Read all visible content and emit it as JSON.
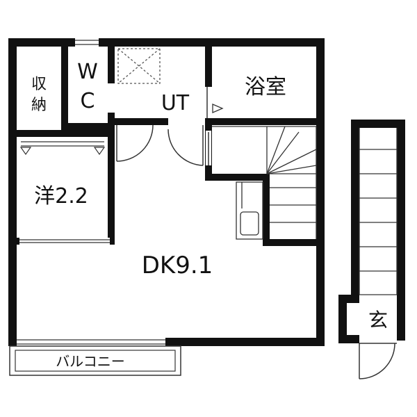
{
  "colors": {
    "wall": "#111111",
    "thin": "#333333",
    "background": "#ffffff",
    "dashed": "#555555"
  },
  "rooms": {
    "storage": {
      "line1": "収",
      "line2": "納"
    },
    "wc": {
      "line1": "W",
      "line2": "C"
    },
    "utility": {
      "label": "UT"
    },
    "bath": {
      "label": "浴室"
    },
    "western_room": {
      "label": "洋2.2"
    },
    "dining_kitchen": {
      "label": "DK9.1"
    },
    "entrance": {
      "label": "玄"
    },
    "balcony": {
      "label": "バルコニー"
    }
  },
  "icons": [
    "door-swing-icon",
    "stairs-icon",
    "sink-icon",
    "vent-x-icon",
    "window-icon"
  ]
}
